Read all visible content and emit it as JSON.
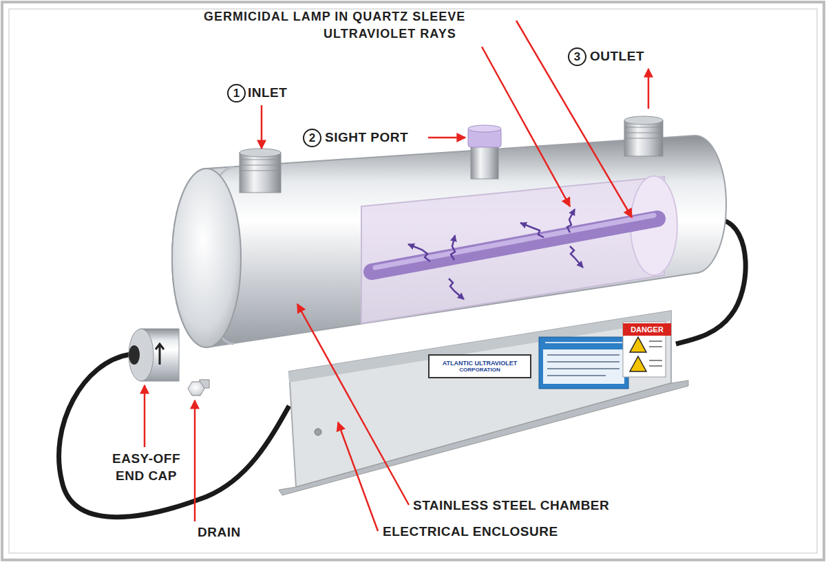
{
  "diagram": {
    "nodes": [
      {
        "text": [
          "1"
        ]
      },
      {
        "text": [
          "2"
        ]
      },
      {
        "text": [
          "3"
        ]
      },
      {
        "text": [
          "ATLANTIC ULTRAVIOLET",
          "CORPORATION"
        ]
      },
      {
        "text": [
          "DANGER"
        ]
      }
    ],
    "labels": [
      "GERMICIDAL LAMP IN QUARTZ SLEEVE",
      "ULTRAVIOLET RAYS",
      "OUTLET",
      "INLET",
      "SIGHT PORT",
      "EASY-OFF END CAP",
      "DRAIN",
      "STAINLESS STEEL CHAMBER",
      "ELECTRICAL ENCLOSURE"
    ]
  }
}
